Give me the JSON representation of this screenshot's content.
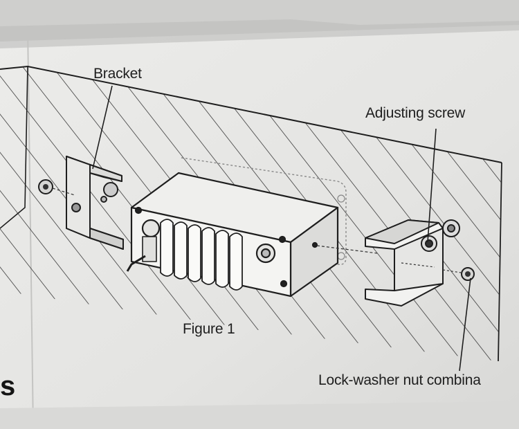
{
  "labels": {
    "bracket": "Bracket",
    "adjusting_screw": "Adjusting screw",
    "figure": "Figure 1",
    "lock_washer": "Lock-washer nut combina",
    "page_fragment": "s"
  },
  "colors": {
    "paper": "#e6e6e4",
    "ink": "#1e1e1e",
    "background": "#a9a9a9"
  }
}
